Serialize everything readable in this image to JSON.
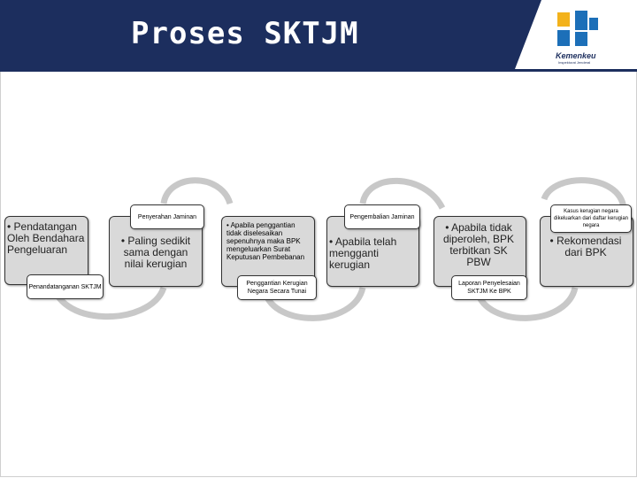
{
  "slide": {
    "title": "Proses  SKTJM",
    "logo": {
      "name": "Kemenkeu",
      "subtitle": "Inspektorat Jenderal"
    }
  },
  "steps": [
    {
      "card": "Penandatanganan SKTJM",
      "bullet": "• Pendatangan Oleh Bendahara Pengeluaran"
    },
    {
      "card": "Penyerahan Jaminan",
      "bullet": "• Paling sedikit sama dengan nilai kerugian"
    },
    {
      "card": "Penggantian Kerugian Negara Secara Tunai",
      "bullet": "• Apabila penggantian tidak diselesaikan sepenuhnya maka BPK mengeluarkan Surat Keputusan Pembebanan"
    },
    {
      "card": "Pengembalian Jaminan",
      "bullet": "• Apabila telah mengganti kerugian"
    },
    {
      "card": "Laporan Penyelesaian SKTJM Ke BPK",
      "bullet": "• Apabila tidak diperoleh, BPK terbitkan SK PBW"
    },
    {
      "card": "Kasus kerugian negara dikeluarkan dari daftar kerugian negara",
      "bullet": "• Rekomendasi dari BPK"
    }
  ],
  "colors": {
    "header": "#1c2e5e",
    "box": "#d9d9d9",
    "arrow": "#cccccc"
  }
}
